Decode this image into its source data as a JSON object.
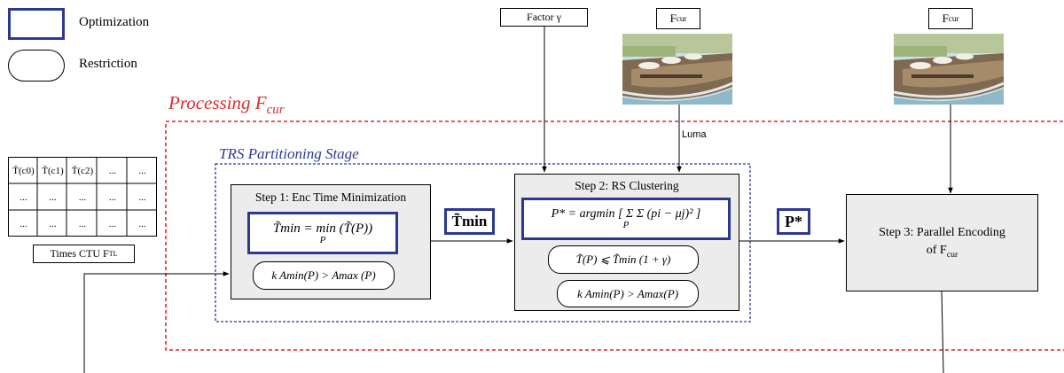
{
  "legend": {
    "optimization": "Optimization",
    "restriction": "Restriction"
  },
  "processing": {
    "title_text": "Processing F",
    "title_sub": "cur"
  },
  "trs_stage": {
    "title": "TRS Partitioning Stage"
  },
  "ctu_table": {
    "rows": [
      [
        "T̃(c0)",
        "T̃(c1)",
        "T̃(c2)",
        "...",
        "..."
      ],
      [
        "...",
        "...",
        "...",
        "...",
        "..."
      ],
      [
        "...",
        "...",
        "...",
        "...",
        "..."
      ]
    ],
    "caption_text": "Times CTU F",
    "caption_sub": "TL"
  },
  "inputs": {
    "factor_label": "Factor γ",
    "fcur_label_text": "F",
    "fcur_label_sub": "cur",
    "luma_label": "Luma"
  },
  "step1": {
    "title": "Step 1: Enc Time Minimization",
    "objective": "T̃min = min (T̃(P))",
    "objective_sub": "P",
    "restriction": "k Amin(P) > Amax (P)"
  },
  "tmin_output": "T̃min",
  "step2": {
    "title": "Step 2: RS Clustering",
    "objective": "P* = argmin [ Σ Σ (pi − μj)² ]",
    "objective_sub": "P",
    "restriction_1": "T̃(P) ⩽ T̃min (1 + γ)",
    "restriction_2": "k Amin(P) > Amax(P)"
  },
  "pstar_output": "P*",
  "step3": {
    "title_line1": "Step 3: Parallel Encoding",
    "title_line2_text": "of F",
    "title_line2_sub": "cur"
  },
  "colors": {
    "optimization_border": "#2b3990",
    "processing_border": "#e0262a",
    "processing_title": "#d9302c",
    "trs_border": "#2b3990",
    "trs_title": "#2b3990",
    "step_fill": "#ececec"
  }
}
